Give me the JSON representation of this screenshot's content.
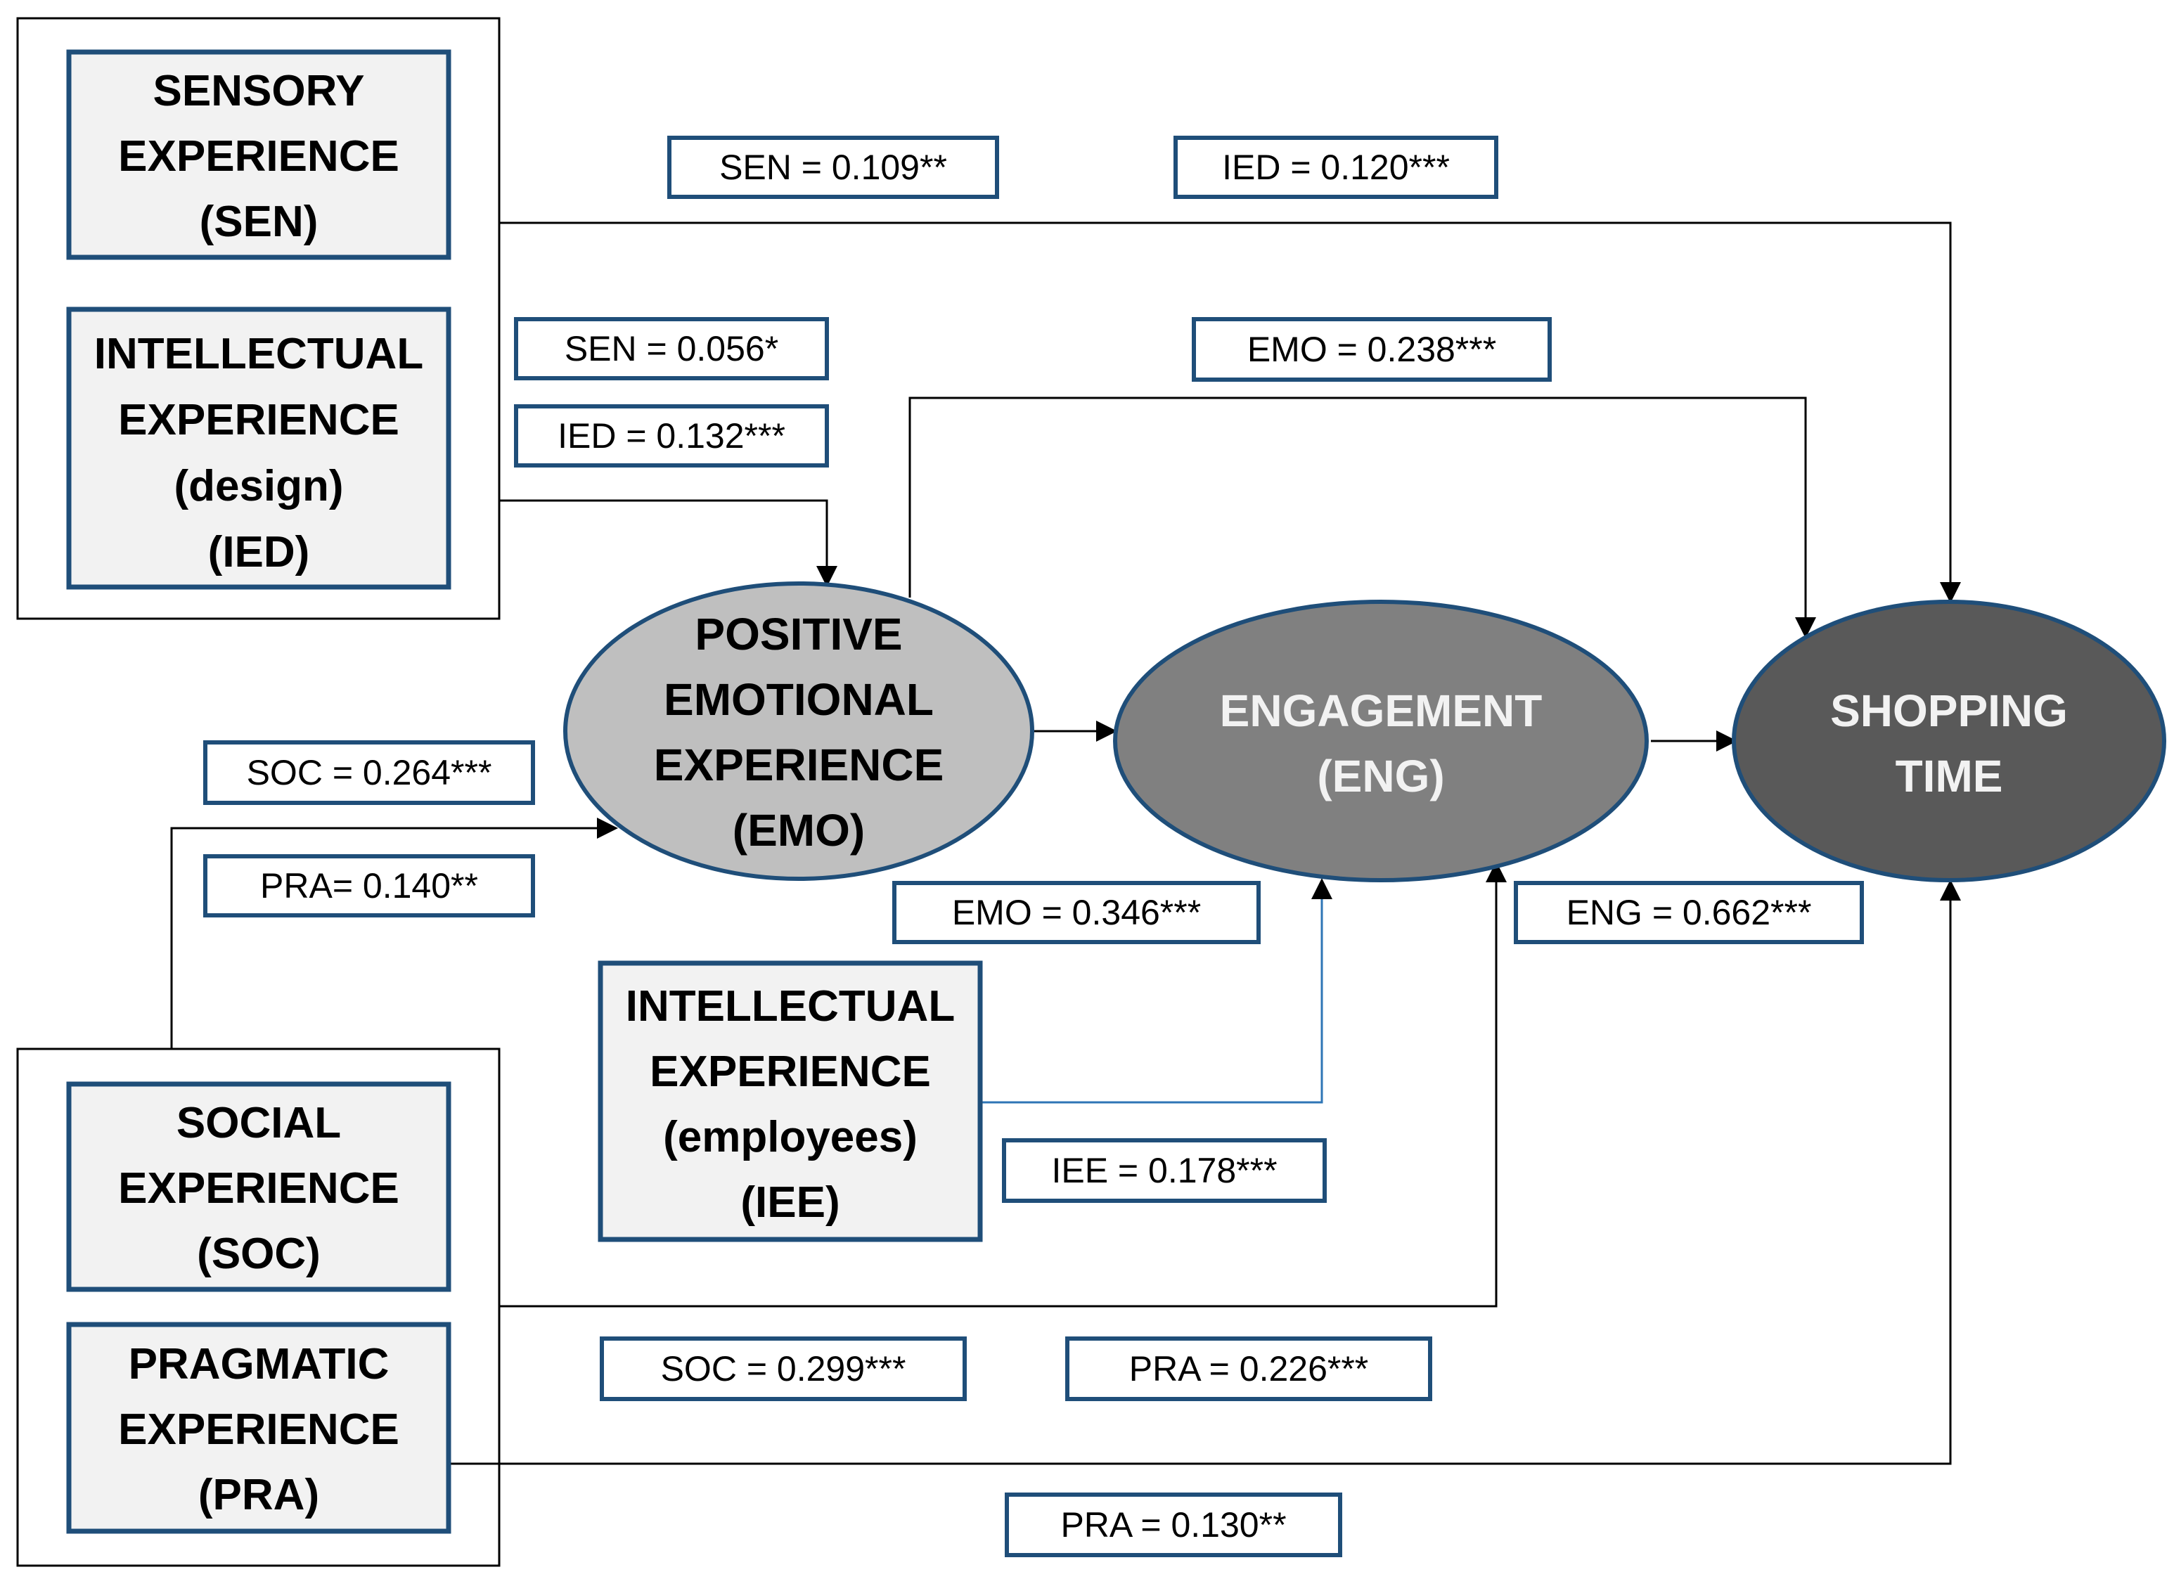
{
  "constructs": {
    "sen": [
      "SENSORY",
      "EXPERIENCE",
      "(SEN)"
    ],
    "ied": [
      "INTELLECTUAL",
      "EXPERIENCE",
      "(design)",
      "(IED)"
    ],
    "soc": [
      "SOCIAL",
      "EXPERIENCE",
      "(SOC)"
    ],
    "pra": [
      "PRAGMATIC",
      "EXPERIENCE",
      "(PRA)"
    ],
    "iee": [
      "INTELLECTUAL",
      "EXPERIENCE",
      "(employees)",
      "(IEE)"
    ]
  },
  "outcomes": {
    "emo": [
      "POSITIVE",
      "EMOTIONAL",
      "EXPERIENCE",
      "(EMO)"
    ],
    "eng": [
      "ENGAGEMENT",
      "(ENG)"
    ],
    "time": [
      "SHOPPING",
      "TIME"
    ]
  },
  "coefficients": {
    "sen_time": "SEN = 0.109**",
    "ied_time": "IED = 0.120***",
    "sen_emo": "SEN = 0.056*",
    "ied_emo": "IED = 0.132***",
    "emo_time": "EMO = 0.238***",
    "soc_emo": "SOC = 0.264***",
    "pra_emo": "PRA= 0.140**",
    "emo_eng": "EMO = 0.346***",
    "eng_time": "ENG = 0.662***",
    "iee_eng": "IEE = 0.178***",
    "soc_eng": "SOC = 0.299***",
    "pra_eng": "PRA = 0.226***",
    "pra_time": "PRA = 0.130**"
  },
  "colors": {
    "box_fill": "#f2f2f2",
    "box_border": "#1f4e79",
    "emo_fill": "#bfbfbf",
    "eng_fill": "#808080",
    "time_fill": "#595959",
    "iee_path": "#2e75b6"
  }
}
